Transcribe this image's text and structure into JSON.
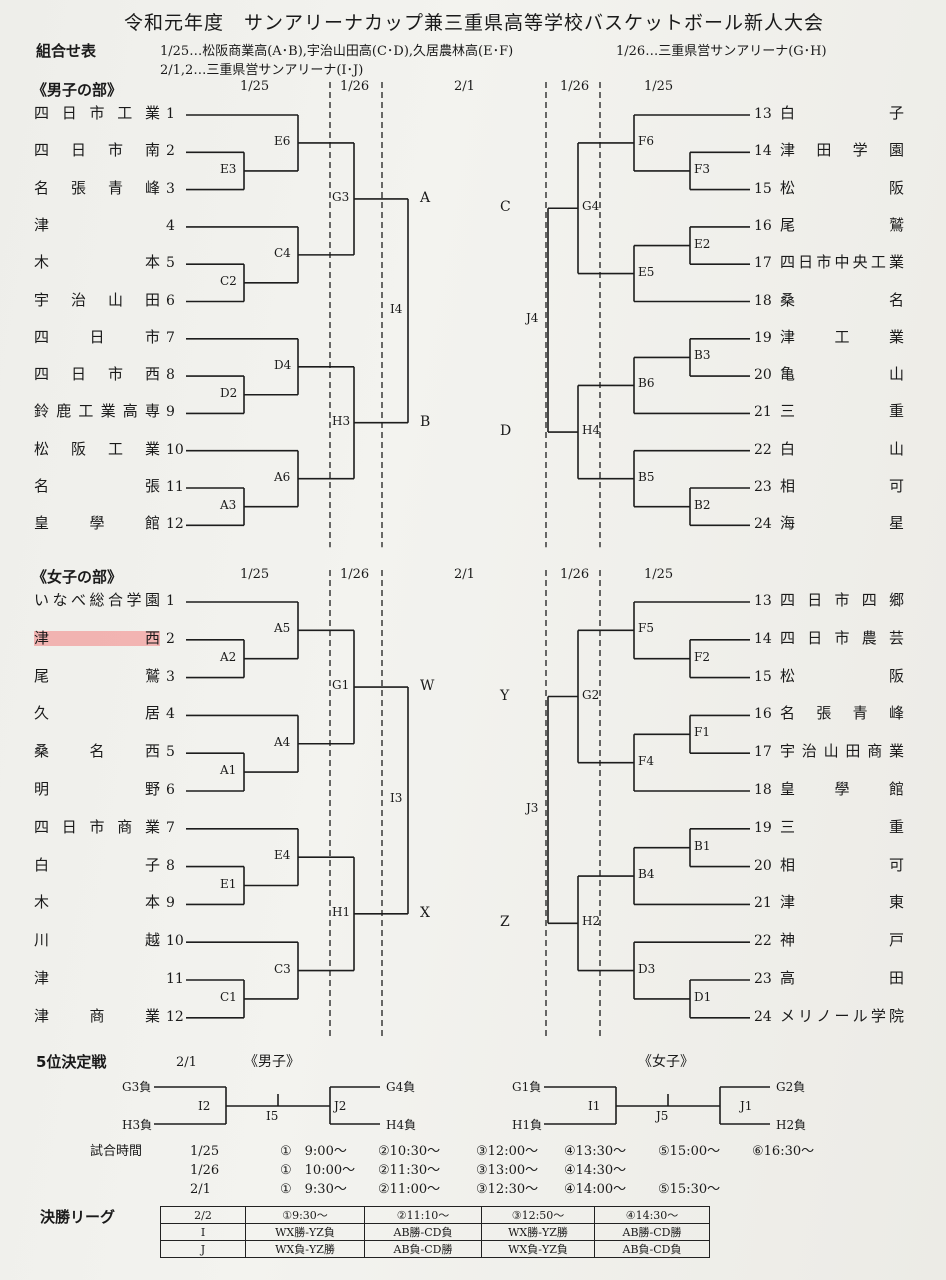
{
  "title": "令和元年度　サンアリーナカップ兼三重県高等学校バスケットボール新人大会",
  "kumiawase": "組合せ表",
  "venue_lines": [
    "1/25…松阪商業高(A･B),宇治山田高(C･D),久居農林高(E･F)",
    "1/26…三重県営サンアリーナ(G･H)",
    "2/1,2…三重県営サンアリーナ(I･J)"
  ],
  "boys": {
    "header": "《男子の部》",
    "dates": [
      "1/25",
      "1/26",
      "2/1",
      "1/26",
      "1/25"
    ],
    "left_teams": [
      {
        "name": "四日市工業",
        "num": "1"
      },
      {
        "name": "四日市南",
        "num": "2"
      },
      {
        "name": "名張青峰",
        "num": "3"
      },
      {
        "name": "津",
        "num": "4"
      },
      {
        "name": "木本",
        "num": "5"
      },
      {
        "name": "宇治山田",
        "num": "6"
      },
      {
        "name": "四日市",
        "num": "7"
      },
      {
        "name": "四日市西",
        "num": "8"
      },
      {
        "name": "鈴鹿工業高専",
        "num": "9"
      },
      {
        "name": "松阪工業",
        "num": "10"
      },
      {
        "name": "名張",
        "num": "11"
      },
      {
        "name": "皇學館",
        "num": "12"
      }
    ],
    "right_teams": [
      {
        "name": "白子",
        "num": "13"
      },
      {
        "name": "津田学園",
        "num": "14"
      },
      {
        "name": "松阪",
        "num": "15"
      },
      {
        "name": "尾鷲",
        "num": "16"
      },
      {
        "name": "四日市中央工業",
        "num": "17"
      },
      {
        "name": "桑名",
        "num": "18"
      },
      {
        "name": "津工業",
        "num": "19"
      },
      {
        "name": "亀山",
        "num": "20"
      },
      {
        "name": "三重",
        "num": "21"
      },
      {
        "name": "白山",
        "num": "22"
      },
      {
        "name": "相可",
        "num": "23"
      },
      {
        "name": "海星",
        "num": "24"
      }
    ],
    "labels": {
      "left_r1": [
        "E3",
        "C2",
        "D2",
        "A3"
      ],
      "left_r2": [
        "E6",
        "C4",
        "D4",
        "A6"
      ],
      "left_r3": [
        "G3",
        "H3"
      ],
      "left_r4": "I4",
      "right_r1": [
        "F3",
        "E2",
        "B3",
        "B2"
      ],
      "right_r2": [
        "F6",
        "E5",
        "B6",
        "B5"
      ],
      "right_r3": [
        "G4",
        "H4"
      ],
      "right_r4": "J4",
      "finals": [
        "A",
        "B",
        "C",
        "D"
      ]
    }
  },
  "girls": {
    "header": "《女子の部》",
    "dates": [
      "1/25",
      "1/26",
      "2/1",
      "1/26",
      "1/25"
    ],
    "left_teams": [
      {
        "name": "いなべ総合学園",
        "num": "1"
      },
      {
        "name": "津西",
        "num": "2"
      },
      {
        "name": "尾鷲",
        "num": "3"
      },
      {
        "name": "久居",
        "num": "4"
      },
      {
        "name": "桑名西",
        "num": "5"
      },
      {
        "name": "明野",
        "num": "6"
      },
      {
        "name": "四日市商業",
        "num": "7"
      },
      {
        "name": "白子",
        "num": "8"
      },
      {
        "name": "木本",
        "num": "9"
      },
      {
        "name": "川越",
        "num": "10"
      },
      {
        "name": "津",
        "num": "11"
      },
      {
        "name": "津商業",
        "num": "12"
      }
    ],
    "right_teams": [
      {
        "name": "四日市四郷",
        "num": "13"
      },
      {
        "name": "四日市農芸",
        "num": "14"
      },
      {
        "name": "松阪",
        "num": "15"
      },
      {
        "name": "名張青峰",
        "num": "16"
      },
      {
        "name": "宇治山田商業",
        "num": "17"
      },
      {
        "name": "皇學館",
        "num": "18"
      },
      {
        "name": "三重",
        "num": "19"
      },
      {
        "name": "相可",
        "num": "20"
      },
      {
        "name": "津東",
        "num": "21"
      },
      {
        "name": "神戸",
        "num": "22"
      },
      {
        "name": "高田",
        "num": "23"
      },
      {
        "name": "メリノール学院",
        "num": "24"
      }
    ],
    "labels": {
      "left_r1": [
        "A2",
        "A1",
        "E1",
        "C1"
      ],
      "left_r2": [
        "A5",
        "A4",
        "E4",
        "C3"
      ],
      "left_r3": [
        "G1",
        "H1"
      ],
      "left_r4": "I3",
      "right_r1": [
        "F2",
        "F1",
        "B1",
        "D1"
      ],
      "right_r2": [
        "F5",
        "F4",
        "B4",
        "D3"
      ],
      "right_r3": [
        "G2",
        "H2"
      ],
      "right_r4": "J3",
      "finals": [
        "W",
        "X",
        "Y",
        "Z"
      ]
    }
  },
  "fifth": {
    "title": "5位決定戦",
    "date": "2/1",
    "boys_label": "《男子》",
    "girls_label": "《女子》",
    "boys": {
      "tl": "G3負",
      "bl": "H3負",
      "tr": "G4負",
      "br": "H4負",
      "left": "I2",
      "mid": "I5",
      "right": "J2"
    },
    "girls": {
      "tl": "G1負",
      "bl": "H1負",
      "tr": "G2負",
      "br": "H2負",
      "left": "I1",
      "mid": "J5",
      "right": "J1"
    }
  },
  "schedule": {
    "label": "試合時間",
    "rows": [
      {
        "date": "1/25",
        "times": [
          "①　9:00～",
          "②10:30～",
          "③12:00～",
          "④13:30～",
          "⑤15:00～",
          "⑥16:30～"
        ]
      },
      {
        "date": "1/26",
        "times": [
          "①　10:00～",
          "②11:30～",
          "③13:00～",
          "④14:30～"
        ]
      },
      {
        "date": "2/1",
        "times": [
          "①　9:30～",
          "②11:00～",
          "③12:30～",
          "④14:00～",
          "⑤15:30～"
        ]
      }
    ]
  },
  "league": {
    "label": "決勝リーグ",
    "header": [
      "2/2",
      "①9:30～",
      "②11:10～",
      "③12:50～",
      "④14:30～"
    ],
    "rows": [
      [
        "I",
        "WX勝-YZ負",
        "AB勝-CD負",
        "WX勝-YZ勝",
        "AB勝-CD勝"
      ],
      [
        "J",
        "WX負-YZ勝",
        "AB負-CD勝",
        "WX負-YZ負",
        "AB負-CD負"
      ]
    ]
  }
}
